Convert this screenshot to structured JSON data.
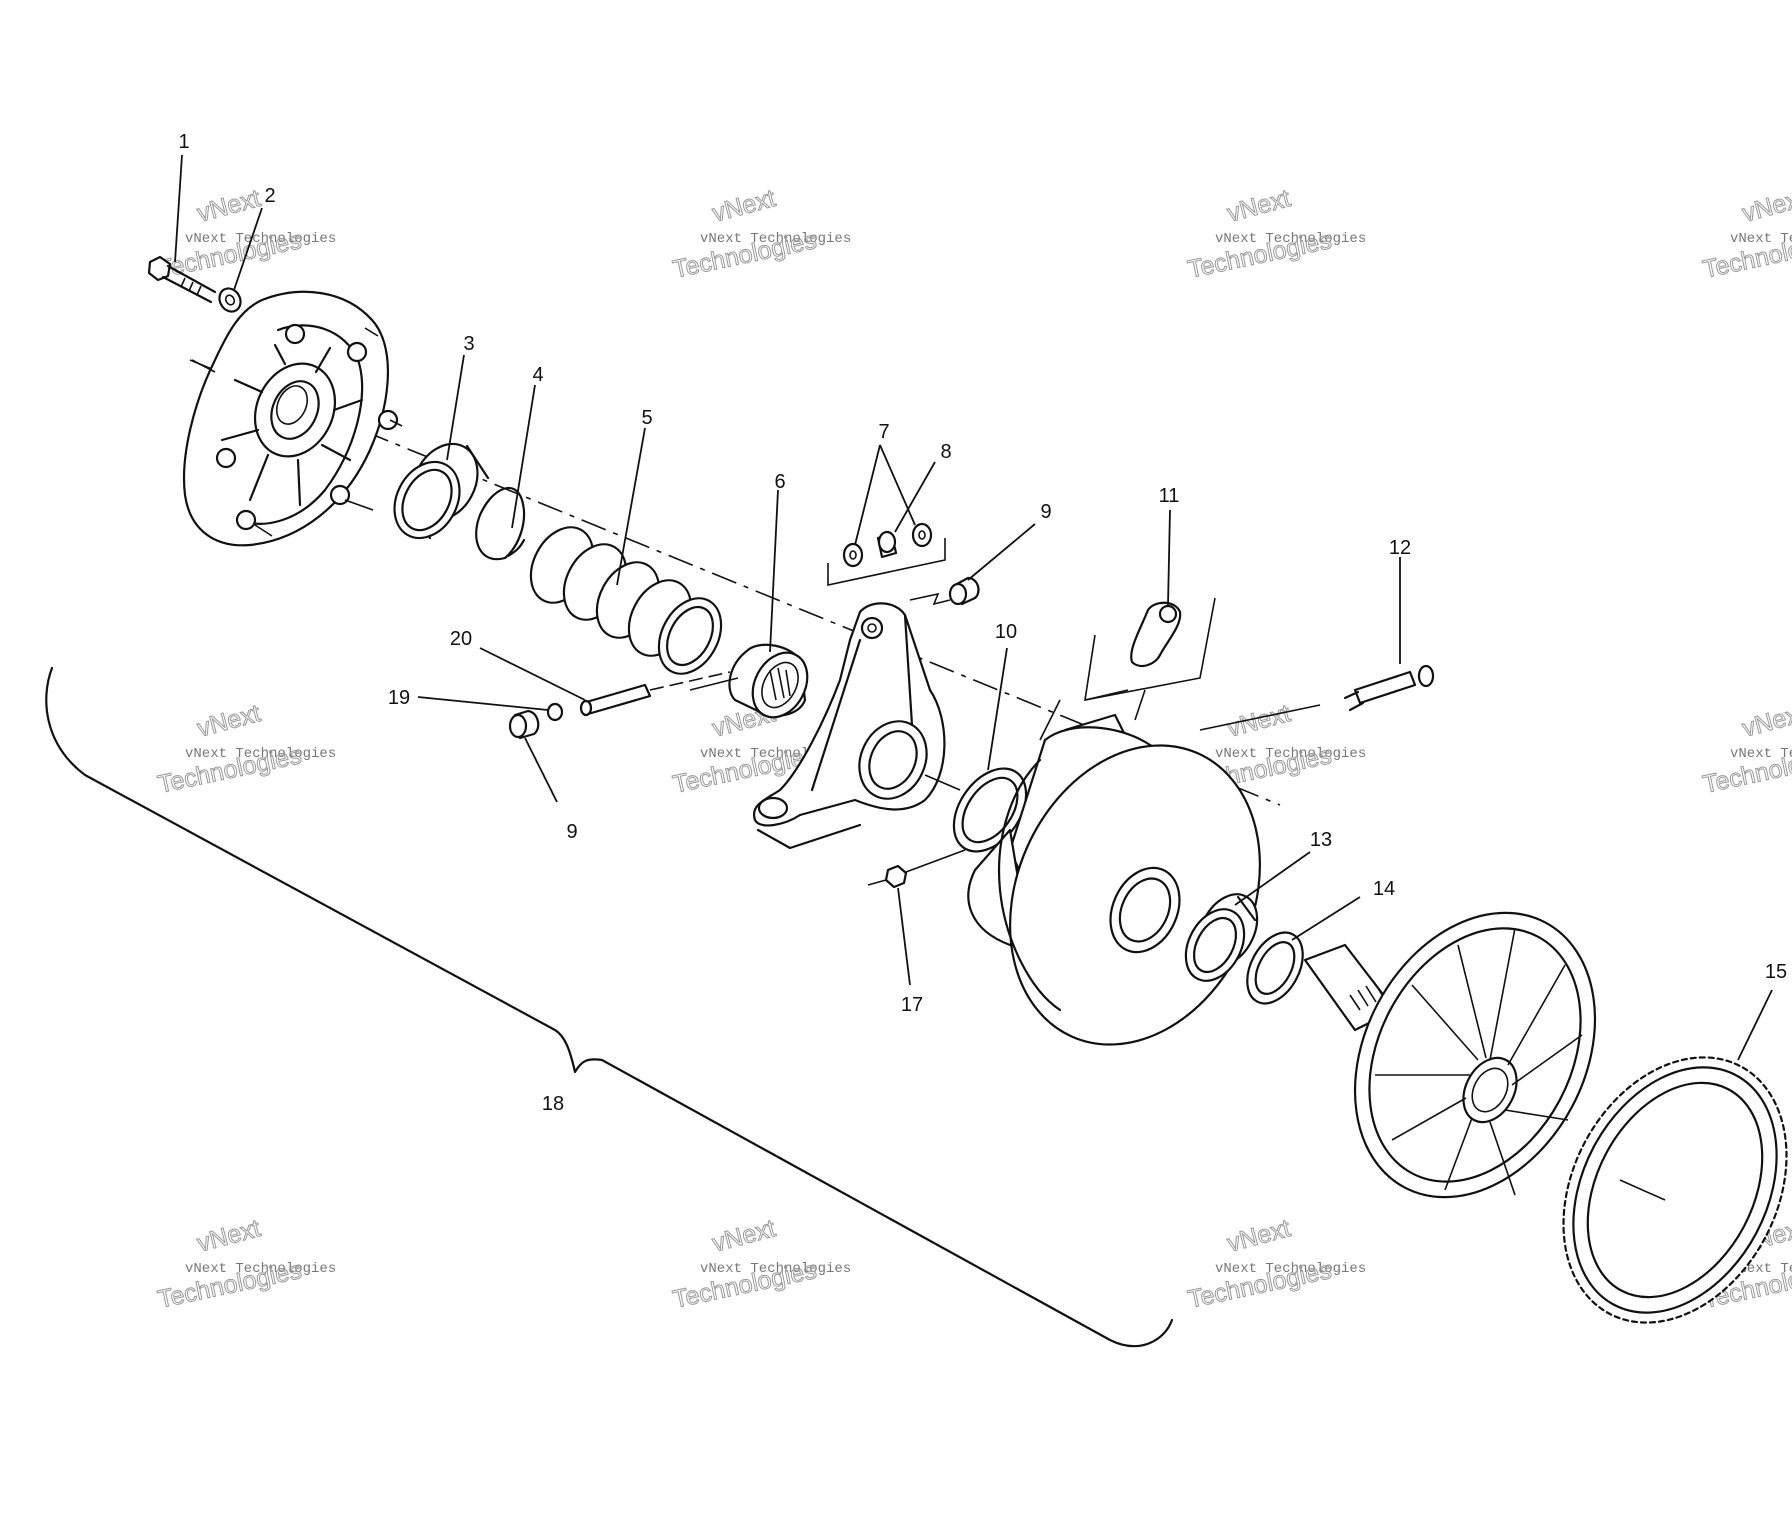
{
  "watermark": {
    "small": "vNext Technologies",
    "large_top": "vNext",
    "large_bottom": "Technologies"
  },
  "labels": {
    "p1": "1",
    "p2": "2",
    "p3": "3",
    "p4": "4",
    "p5": "5",
    "p6": "6",
    "p7": "7",
    "p8": "8",
    "p9a": "9",
    "p9b": "9",
    "p10": "10",
    "p11": "11",
    "p12": "12",
    "p13": "13",
    "p14": "14",
    "p15": "15",
    "p17": "17",
    "p18": "18",
    "p19": "19",
    "p20": "20"
  }
}
